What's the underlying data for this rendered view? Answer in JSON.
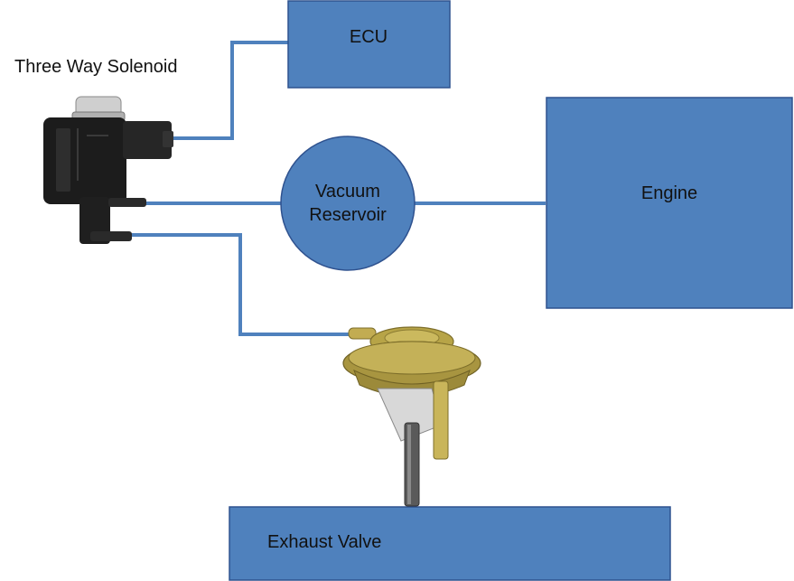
{
  "diagram": {
    "colors": {
      "box_fill": "#4f81bd",
      "box_stroke": "#2f528f",
      "connector": "#4f81bd",
      "solenoid_body": "#1c1c1c",
      "solenoid_cap": "#c9c9c9",
      "actuator_brass": "#b5a24a",
      "actuator_rod": "#5a5a5a"
    },
    "nodes": {
      "ecu": "ECU",
      "engine": "Engine",
      "vacuum_reservoir": [
        "Vacuum",
        "Reservoir"
      ],
      "exhaust_valve": "Exhaust Valve",
      "solenoid": "Three Way Solenoid"
    },
    "images": {
      "solenoid_icon": "three-way-solenoid-photo",
      "actuator_icon": "vacuum-actuator-photo"
    }
  }
}
